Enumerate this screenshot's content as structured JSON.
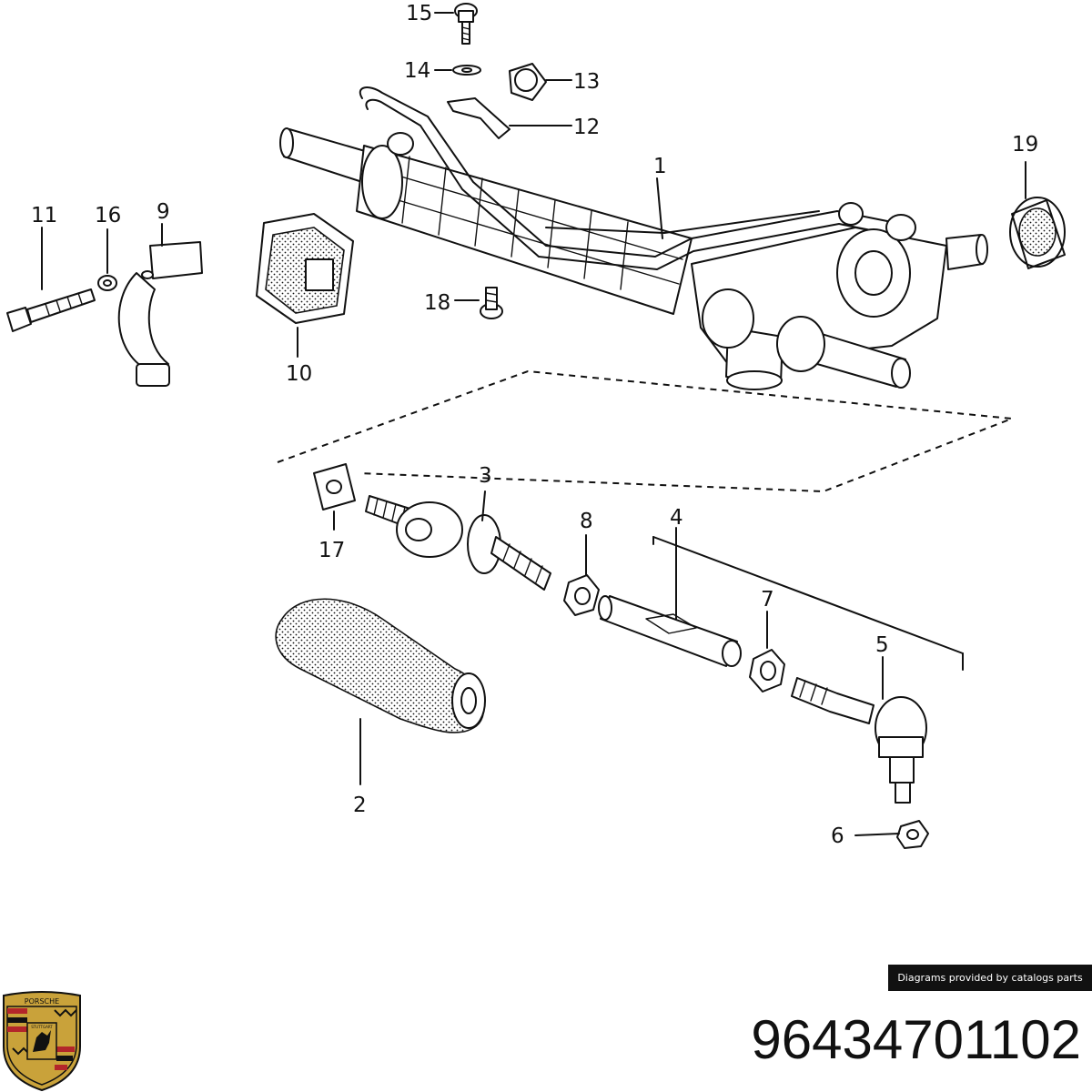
{
  "callouts": {
    "c1": "1",
    "c2": "2",
    "c3": "3",
    "c4": "4",
    "c5": "5",
    "c6": "6",
    "c7": "7",
    "c8": "8",
    "c9": "9",
    "c10": "10",
    "c11": "11",
    "c12": "12",
    "c13": "13",
    "c14": "14",
    "c15": "15",
    "c16": "16",
    "c17": "17",
    "c18": "18",
    "c19": "19"
  },
  "footer": {
    "credit": "Diagrams provided by catalogs parts",
    "part_number": "96434701102"
  },
  "brand": {
    "logo_text": "PORSCHE",
    "seal_text": "STUTTGART",
    "colors": {
      "gold": "#c9a23a",
      "red": "#b3262a",
      "black": "#111111"
    }
  }
}
